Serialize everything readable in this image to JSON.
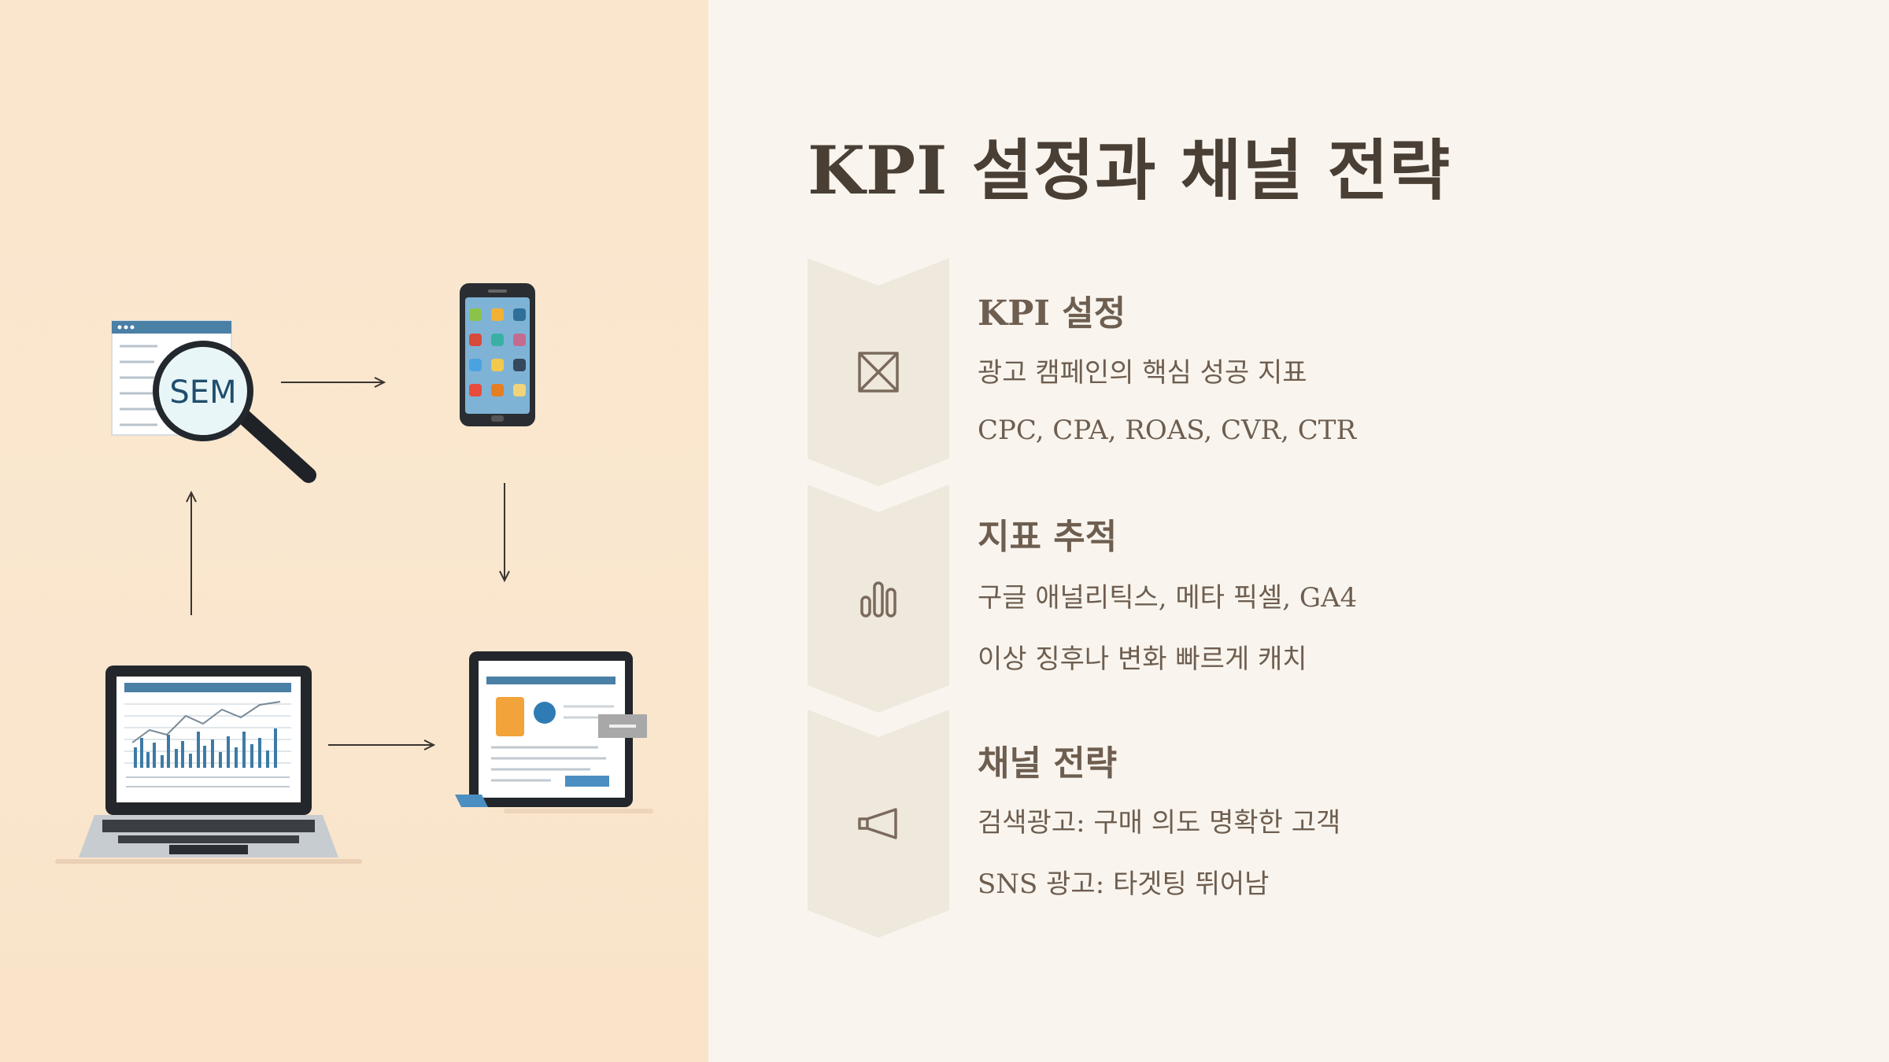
{
  "slide": {
    "title": "KPI 설정과 채널 전략",
    "sections": [
      {
        "icon": "compress-arrows-icon",
        "title": "KPI 설정",
        "lines": [
          "광고 캠페인의 핵심 성공 지표",
          "CPC, CPA, ROAS, CVR, CTR"
        ]
      },
      {
        "icon": "bar-chart-icon",
        "title": "지표 추적",
        "lines": [
          "구글 애널리틱스, 메타 픽셀, GA4",
          "이상 징후나 변화 빠르게 캐치"
        ]
      },
      {
        "icon": "megaphone-icon",
        "title": "채널 전략",
        "lines": [
          "검색광고: 구매 의도 명확한 고객",
          "SNS 광고: 타겟팅 뛰어남"
        ]
      }
    ]
  },
  "illustration": {
    "magnifier_label": "SEM"
  },
  "colors": {
    "left_bg": "#f9e6cc",
    "right_bg": "#f9f5ee",
    "chevron": "#efe8dc",
    "text_dark": "#4a3f35",
    "text_muted": "#6e5e50",
    "accent_blue": "#3d7ba6"
  }
}
